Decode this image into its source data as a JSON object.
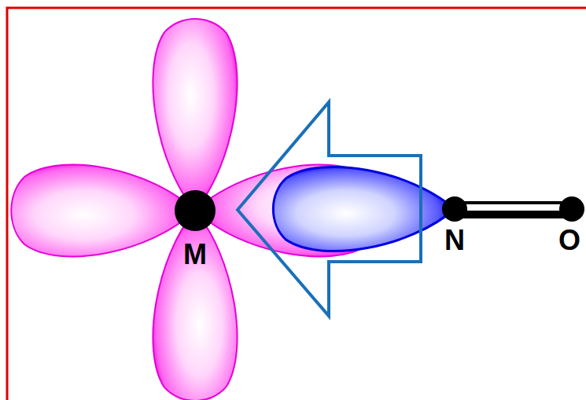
{
  "diagram": {
    "labels": [
      "M",
      "N",
      "O"
    ]
  }
}
